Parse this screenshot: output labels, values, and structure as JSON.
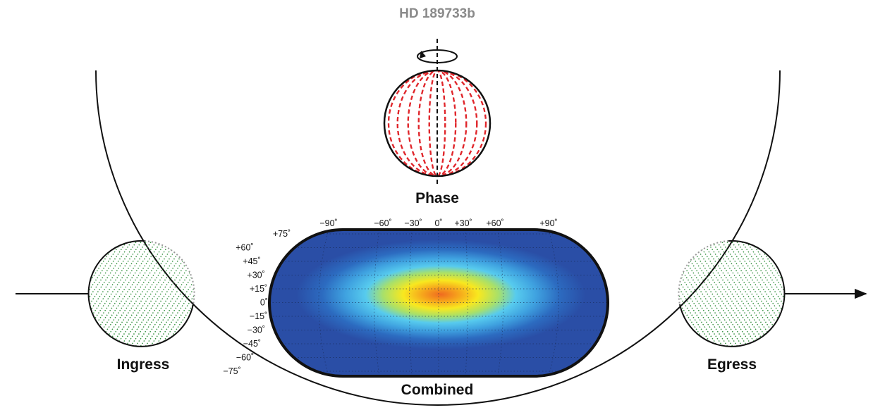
{
  "title": "HD 189733b",
  "labels": {
    "phase": "Phase",
    "ingress": "Ingress",
    "egress": "Egress",
    "combined": "Combined"
  },
  "map": {
    "longitude_ticks": [
      "−90˚",
      "−60˚",
      "−30˚",
      "0˚",
      "+30˚",
      "+60˚",
      "+90˚"
    ],
    "latitude_ticks": [
      "+75˚",
      "+60˚",
      "+45˚",
      "+30˚",
      "+15˚",
      "0˚",
      "−15˚",
      "−30˚",
      "−45˚",
      "−60˚",
      "−75˚"
    ],
    "colormap": [
      "#2a4ea6",
      "#2f79c9",
      "#4fc3ea",
      "#f5ea1e",
      "#f07b1f"
    ]
  },
  "colors": {
    "meridians": "#e0262b",
    "hatch": "#2f8f3a",
    "star_outline": "#111111",
    "faded_outline": "#aaaaaa"
  }
}
